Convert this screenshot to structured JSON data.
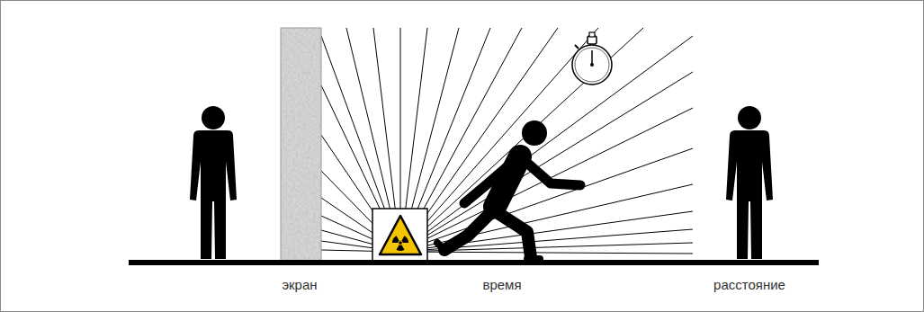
{
  "diagram": {
    "labels": [
      "экран",
      "время",
      "расстояние"
    ]
  }
}
